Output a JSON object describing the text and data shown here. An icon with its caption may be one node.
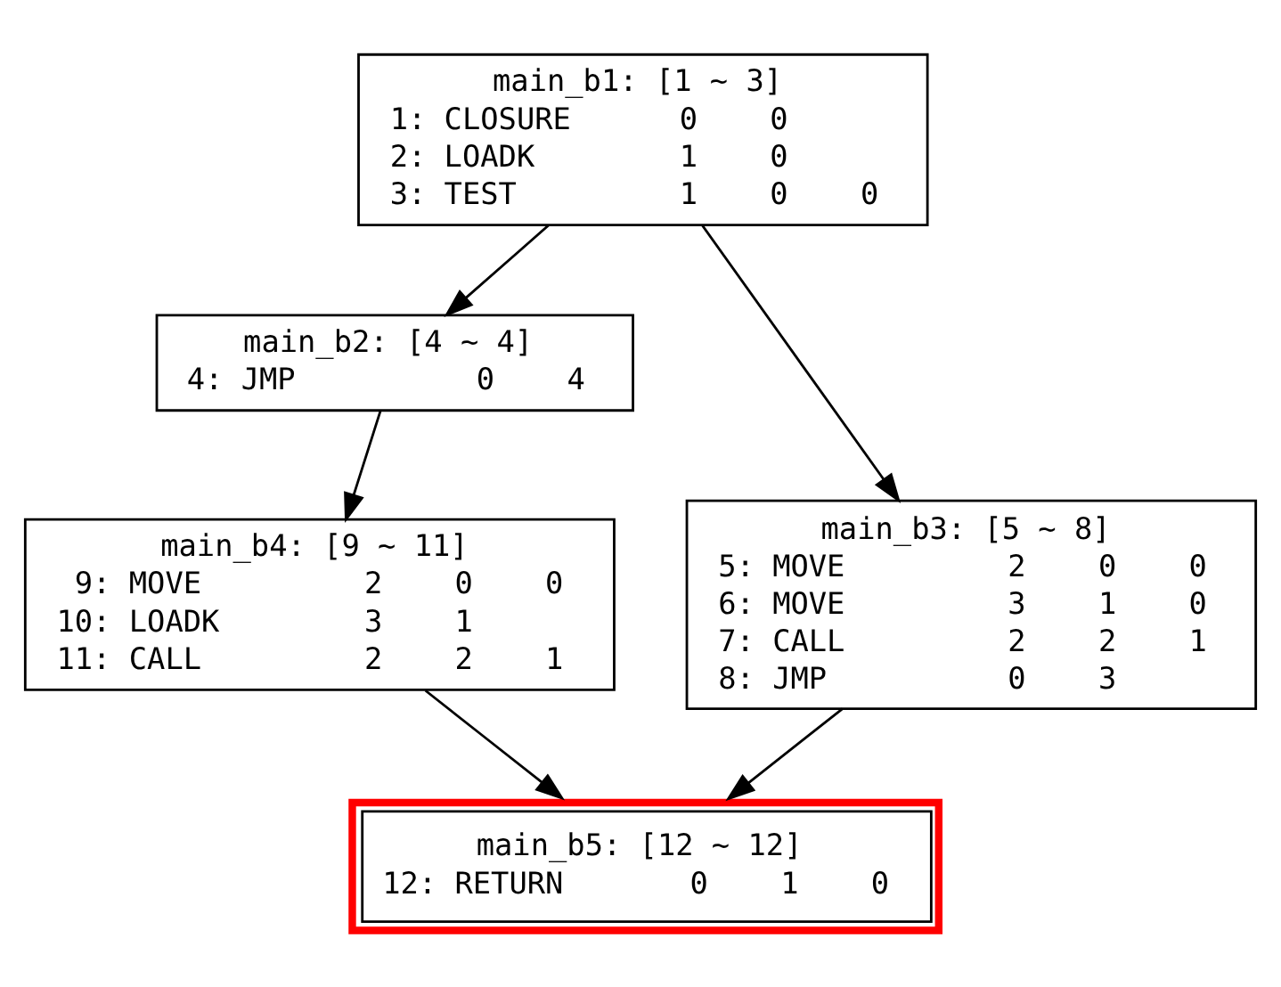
{
  "diagram": {
    "nodes": [
      {
        "text": [
          "main_b1: [1 ~ 3]",
          "1: CLOSURE      0    0",
          "2: LOADK        1    0",
          "3: TEST         1    0    0"
        ]
      },
      {
        "text": [
          "main_b2: [4 ~ 4]",
          "4: JMP          0    4"
        ]
      },
      {
        "text": [
          "main_b4: [9 ~ 11]",
          " 9: MOVE         2    0    0",
          "10: LOADK        3    1",
          "11: CALL         2    2    1"
        ]
      },
      {
        "text": [
          "main_b3: [5 ~ 8]",
          "5: MOVE         2    0    0",
          "6: MOVE         3    1    0",
          "7: CALL         2    2    1",
          "8: JMP          0    3"
        ]
      },
      {
        "text": [
          "main_b5: [12 ~ 12]",
          "12: RETURN       0    1    0"
        ]
      }
    ],
    "edges": [
      {
        "from": 0,
        "to": 1,
        "arrow": "to"
      },
      {
        "from": 0,
        "to": 3,
        "arrow": "to"
      },
      {
        "from": 1,
        "to": 2,
        "arrow": "to"
      },
      {
        "from": 2,
        "to": 4,
        "arrow": "to"
      },
      {
        "from": 3,
        "to": 4,
        "arrow": "to"
      }
    ]
  }
}
